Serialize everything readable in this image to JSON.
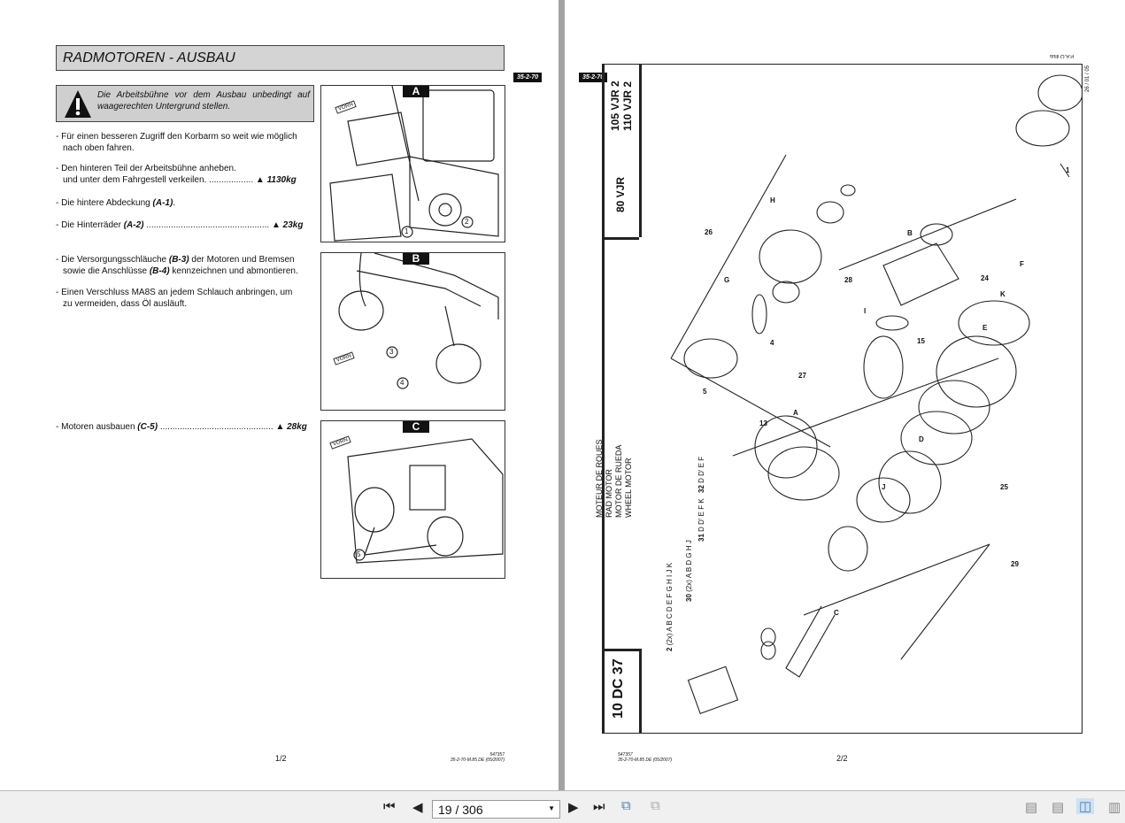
{
  "viewer": {
    "page_input": "19 / 306",
    "first_page": "first-page",
    "prev_page": "previous-page",
    "next_page": "next-page",
    "last_page": "last-page"
  },
  "left_page": {
    "title": "RADMOTOREN - AUSBAU",
    "section_tag": "35-2-70",
    "warning": "Die Arbeitsbühne vor dem Ausbau unbedingt auf waagerechten Untergrund stellen.",
    "steps": [
      {
        "line1": "- Für einen besseren Zugriff den Korbarm so weit wie möglich",
        "line2": "nach oben fahren."
      },
      {
        "line1": "- Den hinteren Teil der Arbeitsbühne anheben.",
        "line2": "und unter dem Fahrgestell verkeilen. ..................",
        "weight": "1130kg"
      },
      {
        "pre": "- Die hintere Abdeckung ",
        "ref": "(A-1)",
        "post": "."
      },
      {
        "pre": "- Die Hinterräder ",
        "ref": "(A-2)",
        "post": " ..................................................",
        "weight": "23kg"
      },
      {
        "pre": "- Die Versorgungsschläuche ",
        "ref": "(B-3)",
        "post": " der Motoren und Bremsen",
        "line2pre": "sowie die Anschlüsse ",
        "ref2": "(B-4)",
        "line2post": " kennzeichnen und abmontieren."
      },
      {
        "line1": "- Einen Verschluss MA8S an jedem Schlauch anbringen, um",
        "line2": "zu vermeiden, dass Öl ausläuft."
      },
      {
        "pre": "- Motoren ausbauen ",
        "ref": "(C-5)",
        "post": " ..............................................",
        "weight": "28kg"
      }
    ],
    "figures": [
      {
        "label": "A",
        "callouts": [
          "1",
          "2"
        ],
        "tag": "VORN"
      },
      {
        "label": "B",
        "callouts": [
          "3",
          "4"
        ],
        "tag": "VORN"
      },
      {
        "label": "C",
        "callouts": [
          "5"
        ],
        "tag": "VORN"
      }
    ],
    "page_number": "1/2",
    "doc_number": "547357",
    "doc_ref": "35-2-70-M.85 DE (05/2007)"
  },
  "right_page": {
    "section_tag": "35-2-70",
    "models_top": "105 VJR 2",
    "models_top2": "110 VJR 2",
    "model_mid": "80 VJR",
    "code": "10 DC 37",
    "names": [
      "MOTEUR DE ROUES",
      "RAD MOTOR",
      "MOTOR DE RUEDA",
      "WHEEL MOTOR"
    ],
    "kits": [
      {
        "num": "2",
        "parts": "(2x) A B C D E F G H I J K"
      },
      {
        "num": "30",
        "parts": "(2x) A B D G H J"
      },
      {
        "num": "31",
        "parts": "D D' E F K"
      },
      {
        "num": "32",
        "parts": "D D' E F"
      }
    ],
    "callouts": [
      "1",
      "26",
      "H",
      "G",
      "4",
      "5",
      "28",
      "B",
      "24",
      "F",
      "K",
      "I",
      "15",
      "27",
      "13",
      "A",
      "E",
      "D",
      "J",
      "25",
      "29",
      "C"
    ],
    "author": "P.A.O illus",
    "date": "26 / 01 / 05",
    "page_number": "2/2",
    "doc_number": "547357",
    "doc_ref": "35-2-70-M.85 DE (05/2007)"
  }
}
